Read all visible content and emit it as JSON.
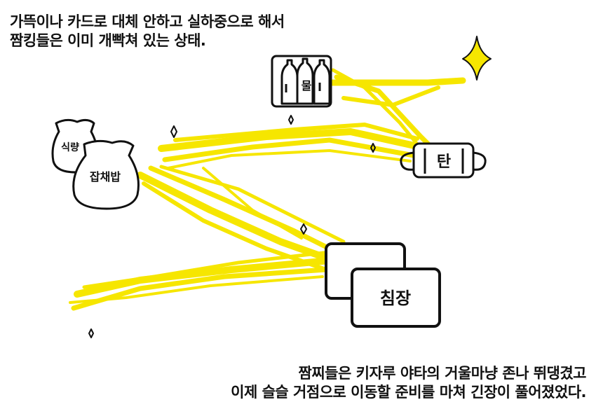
{
  "caption_top": {
    "line1": "가뜩이나 카드로 대체 안하고 실하중으로 해서",
    "line2": "짬킹들은 이미 개빡쳐 있는 상태."
  },
  "caption_bottom": {
    "line1": "짬찌들은 키자루 야타의 거울마냥 존나 뛰댕겼고",
    "line2": "이제 슬슬 거점으로 이동할 준비를 마쳐 긴장이 풀어졌었다."
  },
  "items": {
    "water_label": "물",
    "coal_label": "탄",
    "food_label": "식량",
    "rice_label": "잡채밥",
    "bunk_label": "침장"
  },
  "colors": {
    "streak": "#f6e600",
    "outline": "#111111",
    "background": "#ffffff"
  }
}
